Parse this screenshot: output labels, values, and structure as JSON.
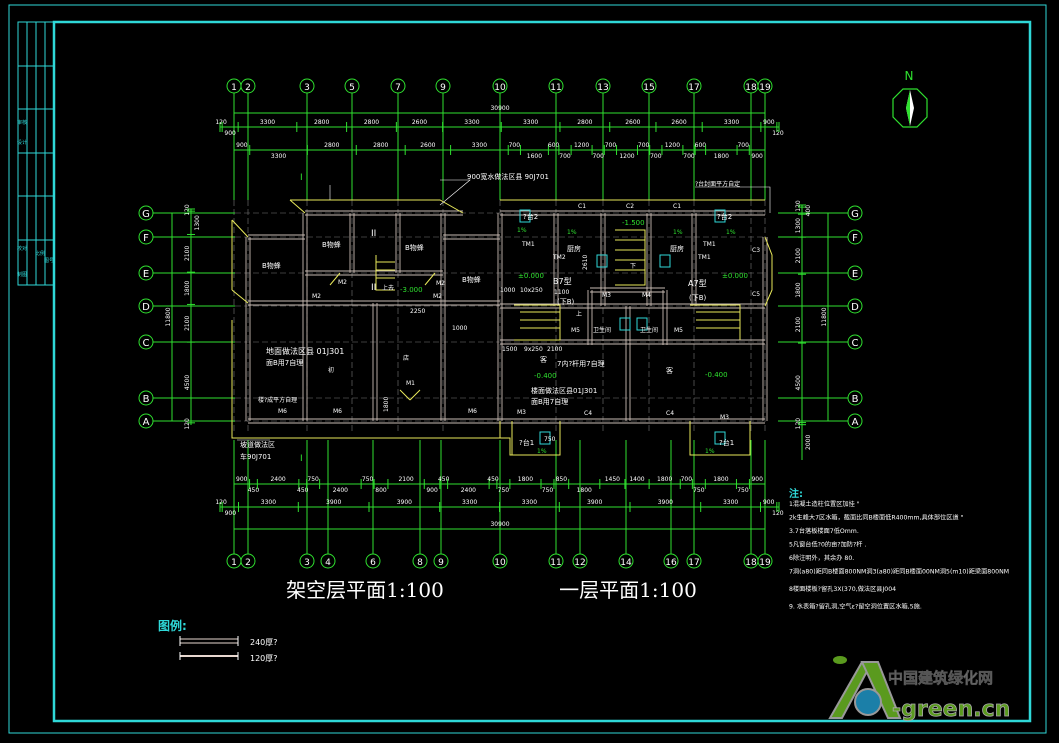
{
  "colors": {
    "frame": "#2fd8d8",
    "dim": "#2fe02f",
    "wall": "#c9bcb4",
    "outline": "#e8e85a",
    "text": "#ffffff",
    "note_head": "#2fd8d8"
  },
  "title_block": {
    "cells": [
      "审核",
      "设计",
      "校对",
      "制图",
      "比例",
      "图号"
    ]
  },
  "north": {
    "label": "N"
  },
  "axes": {
    "top": [
      "1",
      "2",
      "3",
      "5",
      "7",
      "9",
      "10",
      "11",
      "13",
      "15",
      "17",
      "18",
      "19"
    ],
    "bottom": [
      "1",
      "2",
      "3",
      "4",
      "6",
      "8",
      "9",
      "10",
      "11",
      "12",
      "14",
      "16",
      "17",
      "18",
      "19"
    ],
    "left": [
      "G",
      "F",
      "E",
      "D",
      "C",
      "B",
      "A"
    ],
    "right": [
      "G",
      "F",
      "E",
      "D",
      "C",
      "B",
      "A"
    ]
  },
  "dimensions": {
    "top_total": "30900",
    "top_row1": [
      "120",
      "900",
      "3300",
      "2800",
      "2800",
      "2600",
      "3300",
      "3300",
      "2800",
      "2600",
      "2600",
      "3300",
      "900",
      "120"
    ],
    "top_row2": [
      "900",
      "3300",
      "2800",
      "2800",
      "2600",
      "3300",
      "700",
      "1600",
      "600",
      "700",
      "1200",
      "700",
      "700",
      "1200",
      "700",
      "700",
      "1200",
      "700",
      "600",
      "1800",
      "700",
      "900"
    ],
    "bottom_row1": [
      "900",
      "450",
      "2400",
      "450",
      "750",
      "2400",
      "750",
      "800",
      "2100",
      "900",
      "450",
      "2400",
      "450",
      "750",
      "1800",
      "750",
      "850",
      "1800",
      "1450",
      "1400",
      "1800",
      "700",
      "750",
      "1800",
      "750",
      "900"
    ],
    "bottom_row2": [
      "120",
      "900",
      "3300",
      "3900",
      "3900",
      "3300",
      "3300",
      "3900",
      "3900",
      "3300",
      "900",
      "120"
    ],
    "bottom_total": "30900",
    "left_col": [
      "120",
      "1300",
      "2100",
      "1800",
      "2100",
      "4500",
      "120"
    ],
    "left_total": "11800",
    "right_col": [
      "120",
      "400",
      "1300",
      "2100",
      "1800",
      "2100",
      "4500",
      "120",
      "2000"
    ],
    "right_total": "11800"
  },
  "labels": [
    "900宽水做法区县 90J701",
    "?台封面平方自定",
    "I",
    "I",
    "II",
    "II",
    "B物蜂",
    "B物蜂",
    "B物蜂",
    "B物蜂",
    "M2",
    "M2",
    "M2",
    "M2",
    "上去",
    "-3.000",
    "2250",
    "地面做法区县  01J301",
    "面B用7自理",
    "初",
    "店",
    "M1",
    "1800",
    "M6",
    "M6",
    "M6",
    "楼?成平方自理",
    "坡道做法区",
    "车90J701",
    "C1",
    "C2",
    "C1",
    "?台2",
    "?台2",
    "1%",
    "1%",
    "1%",
    "1%",
    "TM1",
    "TM2",
    "TM1",
    "TM1",
    "厨房",
    "厨房",
    "-1.500",
    "2610",
    "±0.000",
    "±0.000",
    "B7型",
    "A7型",
    "(下B)",
    "(下B)",
    "1000",
    "10x250",
    "1100",
    "C3",
    "C5",
    "卫生间",
    "卫生间",
    "M3",
    "M4",
    "M5",
    "M5",
    "上",
    "下",
    "1500",
    "9x250",
    "2100",
    "7内?杆用7自理",
    "客",
    "客",
    "-0.400",
    "-0.400",
    "楼面做法区县01J301",
    "面B用7自理",
    "C4",
    "C4",
    "M3",
    "M3",
    "?台1",
    "?台1",
    "750",
    "1%",
    "1%",
    "1000"
  ],
  "titles": {
    "left_plan": "架空层平面1:100",
    "right_plan": "一层平面1:100"
  },
  "legend": {
    "heading": "图例:",
    "items": [
      "240厚?",
      "120厚?"
    ]
  },
  "notes": {
    "heading": "注:",
    "items": [
      "1混凝土造柱位置区加挂 \"",
      "2k生峰大7区水箱，截面比同B楼面低R400mm,具体部位区道 \"",
      "3.7台落板楼面7低Omm.",
      "5凡窗台低?0的亩?加防?杆 .",
      "6除注明外，其余办 80.",
      "7洞(a80)距同B楼面800NM洞3(a80)距同B楼面00NM洞5(m10)距梁面800NM",
      "8楼面楼板?留孔3X(370,做法区县J004",
      "9. 水表箱?留孔洞,空气ε?留空洞位置区水箱,5施."
    ]
  },
  "watermark": {
    "line1": "中国建筑绿化网",
    "line2": "-green.cn"
  }
}
